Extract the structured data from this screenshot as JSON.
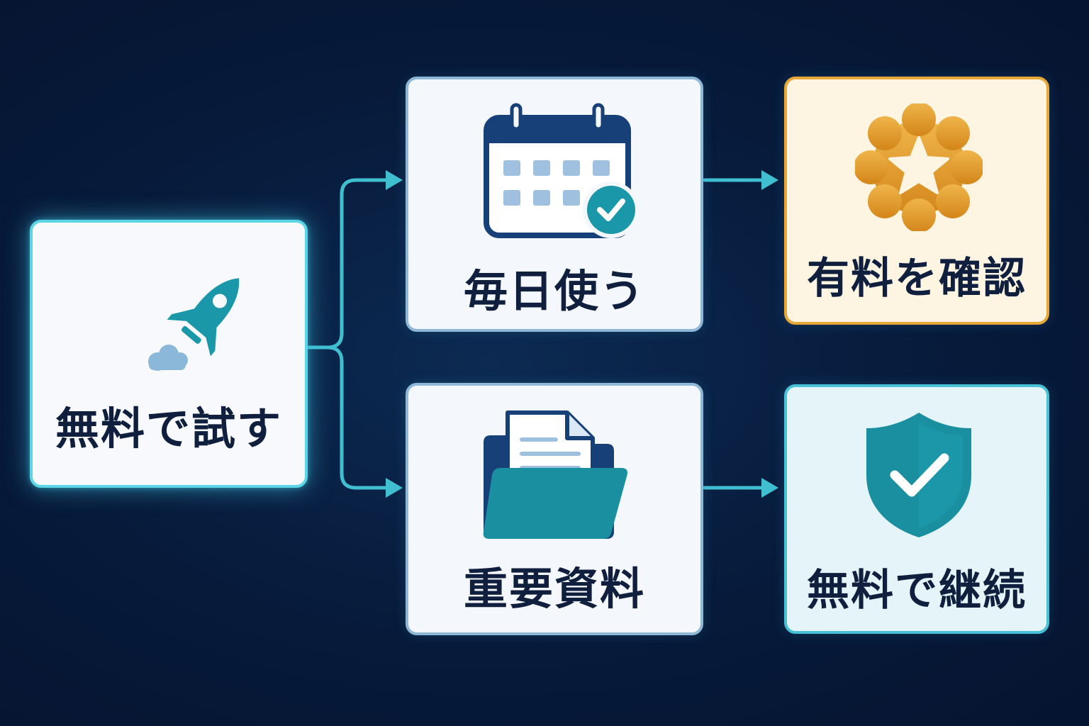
{
  "diagram": {
    "nodes": {
      "start": {
        "label": "無料で試す",
        "icon": "rocket-icon"
      },
      "daily": {
        "label": "毎日使う",
        "icon": "calendar-check-icon"
      },
      "docs": {
        "label": "重要資料",
        "icon": "folder-document-icon"
      },
      "paid": {
        "label": "有料を確認",
        "icon": "star-badge-icon"
      },
      "free": {
        "label": "無料で継続",
        "icon": "shield-check-icon"
      }
    },
    "edges": [
      {
        "from": "start",
        "to": "daily"
      },
      {
        "from": "start",
        "to": "docs"
      },
      {
        "from": "daily",
        "to": "paid"
      },
      {
        "from": "docs",
        "to": "free"
      }
    ],
    "colors": {
      "background": "#071a3a",
      "connector": "#3fbfd0",
      "node_text": "#0f1f3d",
      "accent_teal": "#1a8fa0",
      "accent_navy": "#173f78",
      "paid_border": "#e7a838",
      "paid_fill": "#fdf5e2",
      "free_border": "#47c1d6",
      "free_fill": "#e4f4f8"
    }
  }
}
